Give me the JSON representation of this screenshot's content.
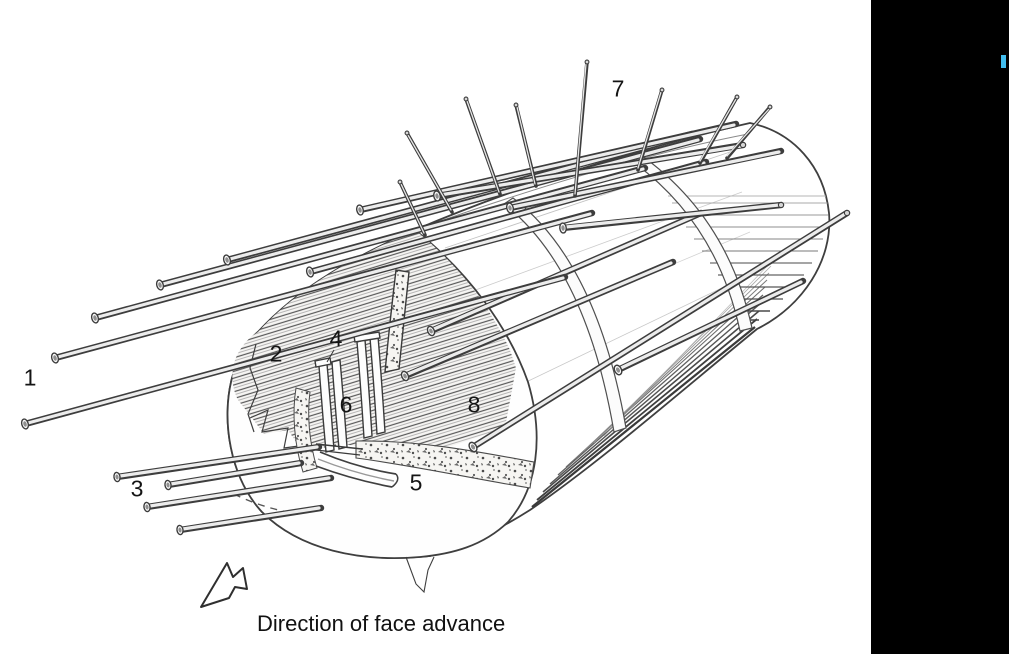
{
  "figure": {
    "caption": "Direction of face advance",
    "labels": [
      {
        "id": 1,
        "text": "1"
      },
      {
        "id": 2,
        "text": "2"
      },
      {
        "id": 3,
        "text": "3"
      },
      {
        "id": 4,
        "text": "4"
      },
      {
        "id": 5,
        "text": "5"
      },
      {
        "id": 6,
        "text": "6"
      },
      {
        "id": 7,
        "text": "7"
      },
      {
        "id": 8,
        "text": "8"
      }
    ]
  },
  "canvas": {
    "paper_color": "#ffffff",
    "ink_color": "#1a1a1a"
  },
  "side_panel": {
    "color": "#000000",
    "cursor_color": "#41bdee"
  }
}
